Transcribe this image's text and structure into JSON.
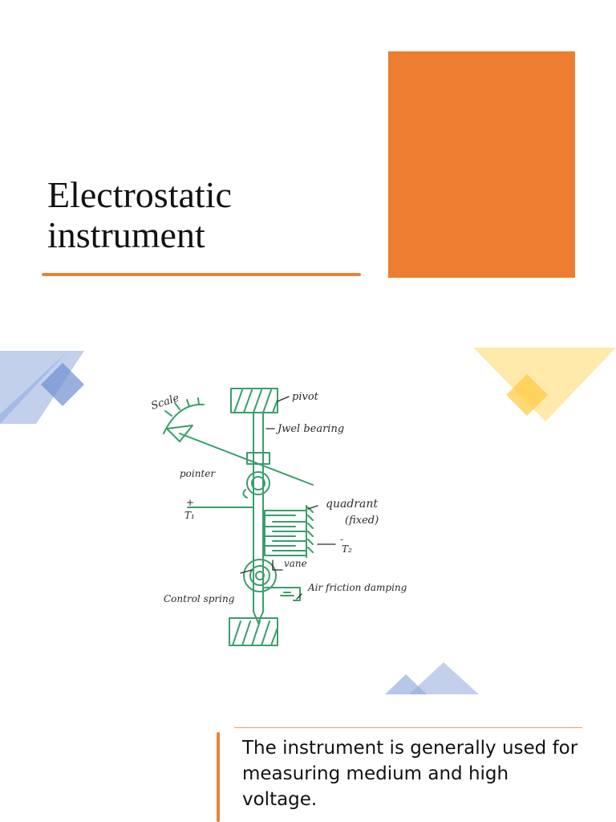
{
  "slide": {
    "title_line1": "Electrostatic",
    "title_line2": "instrument",
    "caption": "The instrument is generally used for measuring medium and high voltage."
  },
  "diagram": {
    "labels": {
      "scale": "Scale",
      "pivot": "pivot",
      "jewel_bearing": "Jwel bearing",
      "pointer": "pointer",
      "quadrant": "quadrant",
      "fixed": "(fixed)",
      "t1": "T₁",
      "t2": "T₂",
      "plus": "+",
      "minus": "-",
      "vane": "vane",
      "control_spring": "Control spring",
      "air_friction_damping": "Air friction damping"
    },
    "ink_color": "#3A9E6A"
  },
  "colors": {
    "accent_orange": "#ED7D31",
    "underline_orange": "#E8843A",
    "deco_blue": "#8FAADC",
    "deco_blue_dark": "#6E8FD0",
    "deco_yellow": "#FFD966",
    "deco_yellow_dark": "#FFC93C"
  }
}
